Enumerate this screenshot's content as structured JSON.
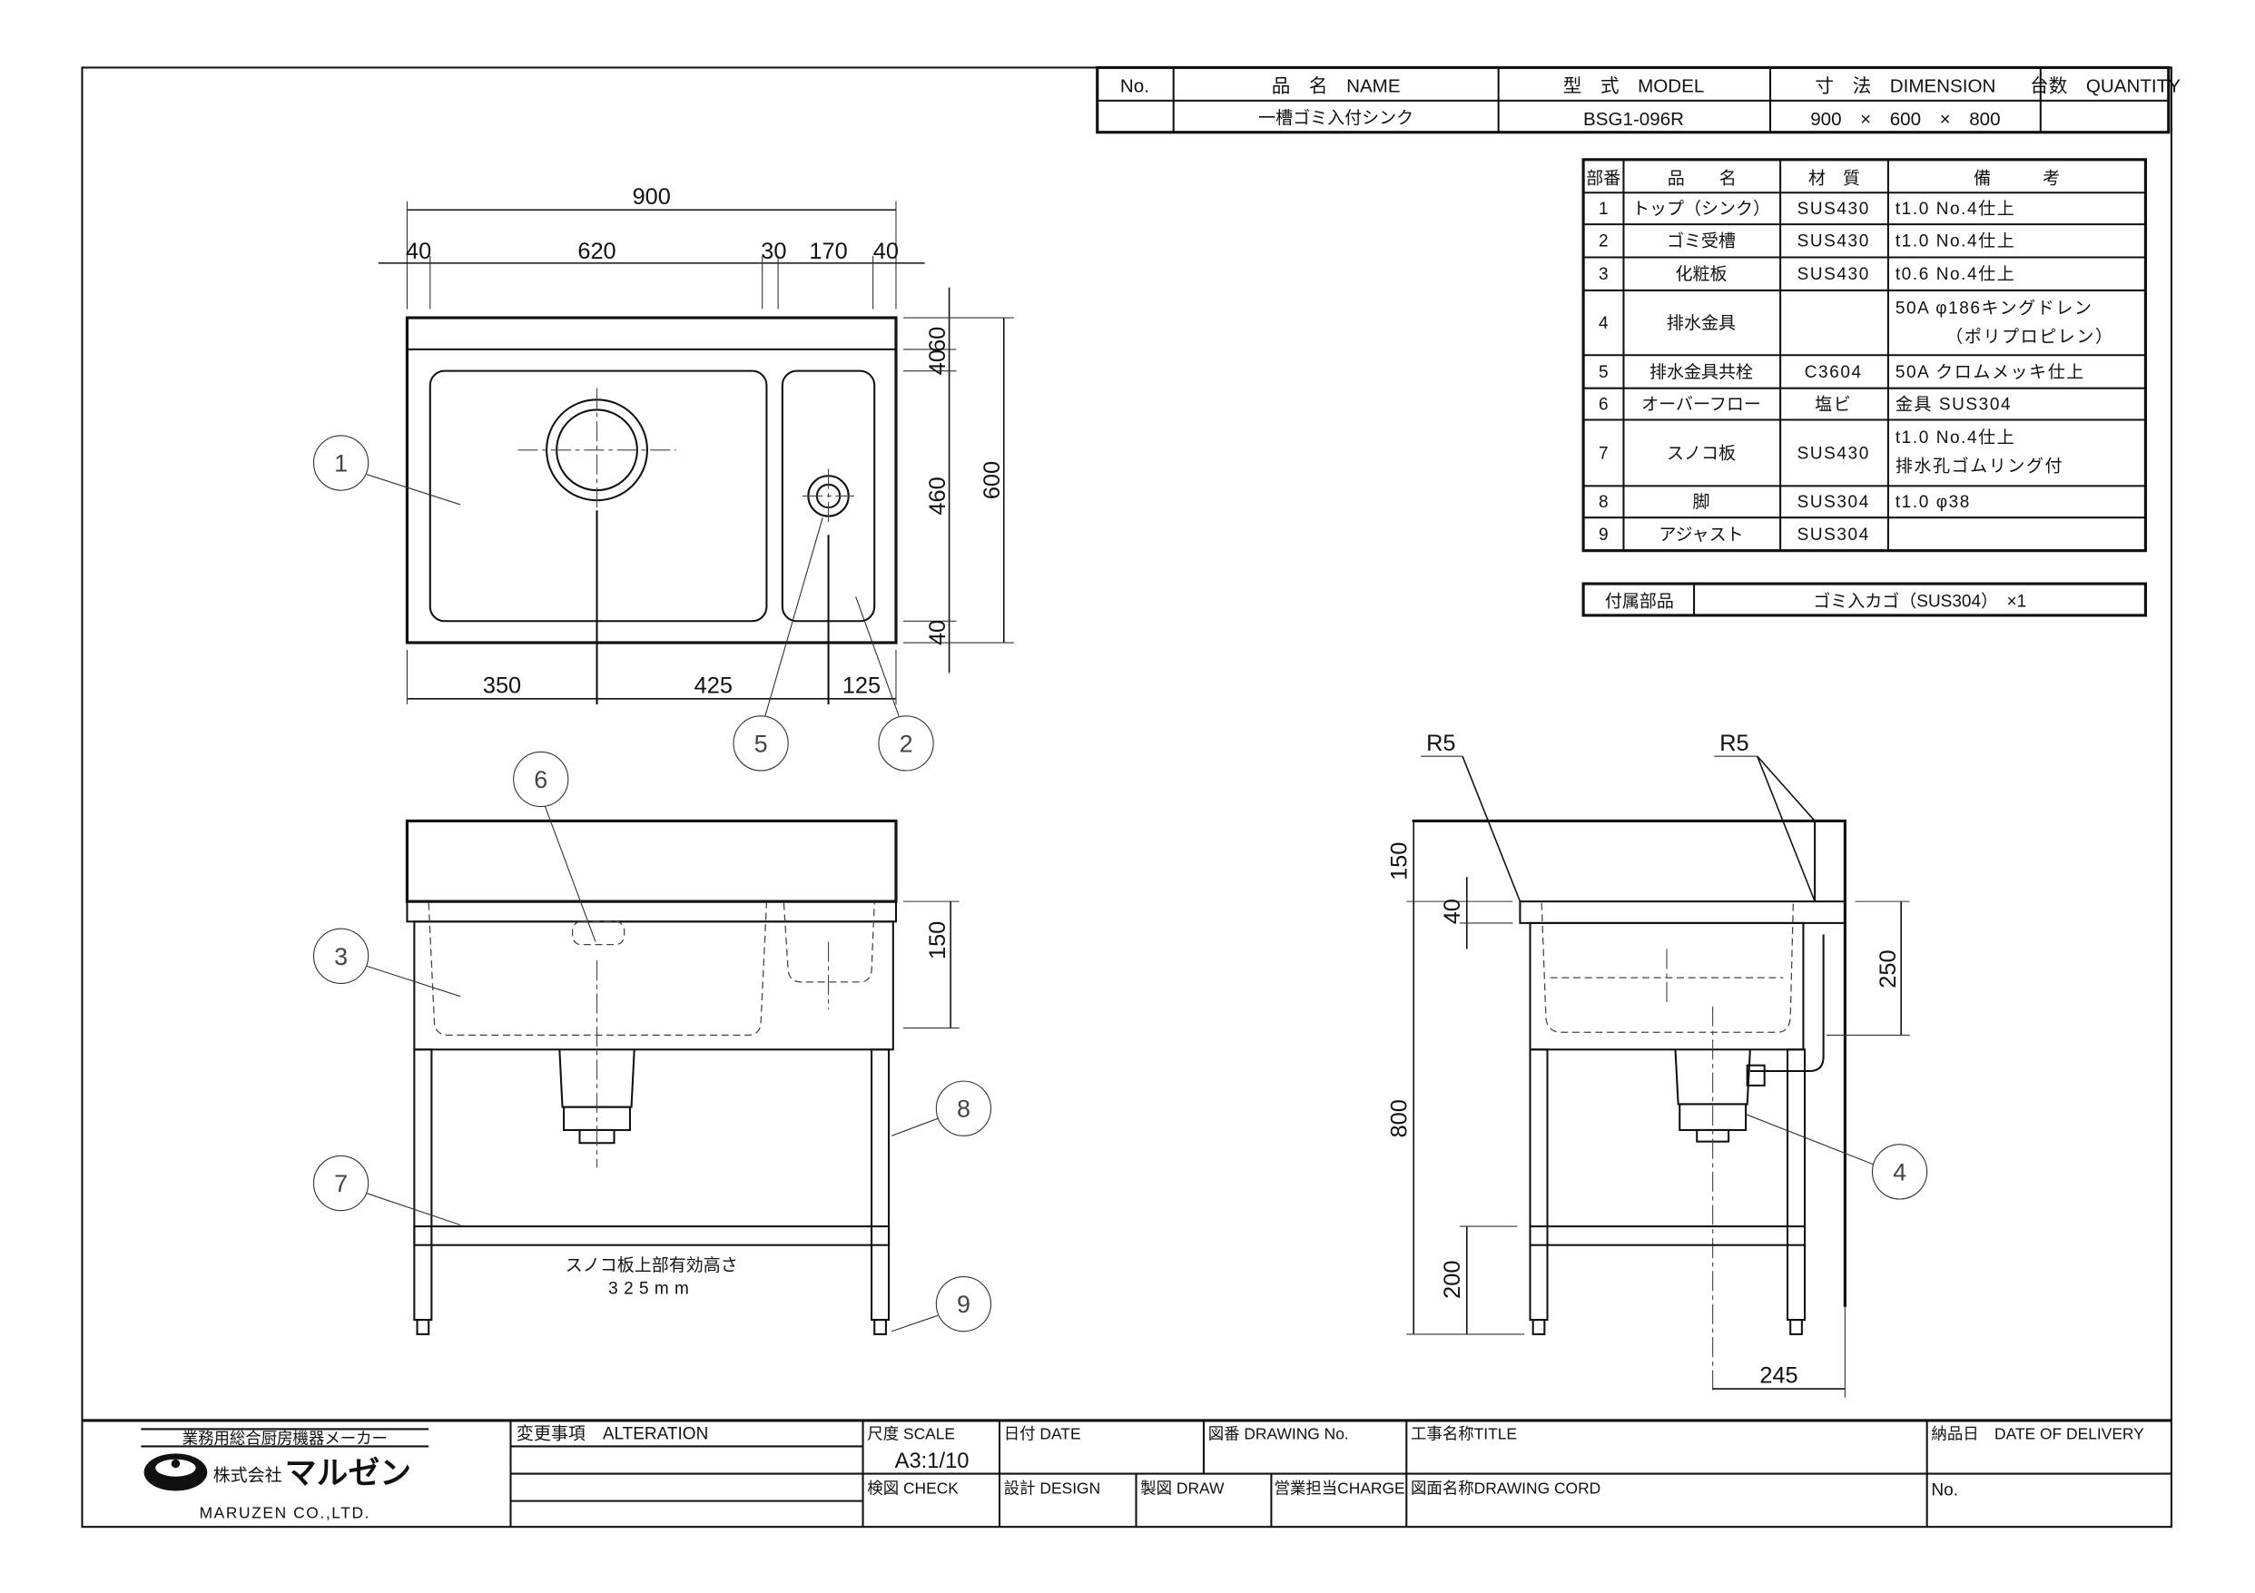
{
  "header": {
    "col_no": "No.",
    "col_name": "品　名　NAME",
    "col_model": "型　式　MODEL",
    "col_dimension": "寸　法　DIMENSION",
    "col_quantity": "台数　QUANTITY",
    "row": {
      "no": "",
      "name": "一槽ゴミ入付シンク",
      "model": "BSG1-096R",
      "dimension": "900　×　600　×　800",
      "quantity": ""
    }
  },
  "parts_table": {
    "headers": [
      "部番",
      "品　　名",
      "材　質",
      "備　　　考"
    ],
    "rows": [
      {
        "no": "1",
        "name": "トップ（シンク）",
        "material": "SUS430",
        "note": [
          "t1.0 No.4仕上"
        ]
      },
      {
        "no": "2",
        "name": "ゴミ受槽",
        "material": "SUS430",
        "note": [
          "t1.0 No.4仕上"
        ]
      },
      {
        "no": "3",
        "name": "化粧板",
        "material": "SUS430",
        "note": [
          "t0.6 No.4仕上"
        ]
      },
      {
        "no": "4",
        "name": "排水金具",
        "material": "",
        "note": [
          "50A φ186キングドレン",
          "（ポリプロピレン）"
        ]
      },
      {
        "no": "5",
        "name": "排水金具共栓",
        "material": "C3604",
        "note": [
          "50A クロムメッキ仕上"
        ]
      },
      {
        "no": "6",
        "name": "オーバーフロー",
        "material": "塩ビ",
        "note": [
          "金具 SUS304"
        ]
      },
      {
        "no": "7",
        "name": "スノコ板",
        "material": "SUS430",
        "note": [
          "t1.0 No.4仕上",
          "排水孔ゴムリング付"
        ]
      },
      {
        "no": "8",
        "name": "脚",
        "material": "SUS304",
        "note": [
          "t1.0 φ38"
        ]
      },
      {
        "no": "9",
        "name": "アジャスト",
        "material": "SUS304",
        "note": [
          ""
        ]
      }
    ],
    "accessory_label": "付属部品",
    "accessory_value": "ゴミ入カゴ（SUS304）　×1"
  },
  "top_view": {
    "dims": {
      "overall": "900",
      "d40a": "40",
      "d620": "620",
      "d30": "30",
      "d170": "170",
      "d40b": "40",
      "d60": "60",
      "d40c": "40",
      "d460": "460",
      "d40d": "40",
      "d600": "600",
      "d350": "350",
      "d425": "425",
      "d125": "125"
    },
    "balloons": {
      "b1": "1",
      "b5": "5",
      "b2": "2"
    }
  },
  "front_view": {
    "dims": {
      "d150": "150"
    },
    "balloons": {
      "b6": "6",
      "b3": "3",
      "b7": "7",
      "b8": "8",
      "b9": "9"
    },
    "note_line1": "スノコ板上部有効高さ",
    "note_line2": "325mm"
  },
  "side_view": {
    "labels": {
      "r5a": "R5",
      "r5b": "R5"
    },
    "dims": {
      "d150": "150",
      "d40": "40",
      "d800": "800",
      "d200": "200",
      "d250": "250",
      "d245": "245"
    },
    "balloons": {
      "b4": "4"
    }
  },
  "title_block": {
    "maker_tagline": "業務用総合厨房機器メーカー",
    "company_prefix": "株式会社",
    "company_name": "マルゼン",
    "company_en": "MARUZEN CO.,LTD.",
    "alteration": "変更事項　ALTERATION",
    "scale_label": "尺度 SCALE",
    "scale_value": "A3:1/10",
    "date": "日付 DATE",
    "drawing_no": "図番 DRAWING No.",
    "title": "工事名称TITLE",
    "delivery": "納品日　DATE OF DELIVERY",
    "check": "検図 CHECK",
    "design": "設計 DESIGN",
    "draw": "製図 DRAW",
    "charge": "営業担当CHARGE",
    "drawing_cord": "図面名称DRAWING CORD",
    "no": "No."
  }
}
